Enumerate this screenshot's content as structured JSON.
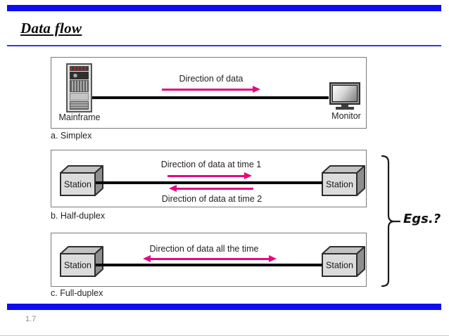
{
  "slide": {
    "title": "Data flow",
    "page_number": "1.7"
  },
  "colors": {
    "bar-blue": "#0d0df2",
    "rule-blue": "#3535e6",
    "arrow-pink": "#e5097f",
    "ink": "#231f20",
    "box-border": "#7a7a7a",
    "annotation-ink": "#111111",
    "muted": "#8a8a8a"
  },
  "diagrams": [
    {
      "id": "a",
      "caption": "a. Simplex",
      "left_device": "Mainframe",
      "right_device": "Monitor",
      "flows": [
        {
          "label": "Direction of data",
          "direction": "right"
        }
      ]
    },
    {
      "id": "b",
      "caption": "b. Half-duplex",
      "left_device": "Station",
      "right_device": "Station",
      "flows": [
        {
          "label": "Direction of data at time 1",
          "direction": "right"
        },
        {
          "label": "Direction of data at time 2",
          "direction": "left"
        }
      ]
    },
    {
      "id": "c",
      "caption": "c. Full-duplex",
      "left_device": "Station",
      "right_device": "Station",
      "flows": [
        {
          "label": "Direction of data all the time",
          "direction": "both"
        }
      ]
    }
  ],
  "annotation": {
    "label": "Egs.?"
  }
}
